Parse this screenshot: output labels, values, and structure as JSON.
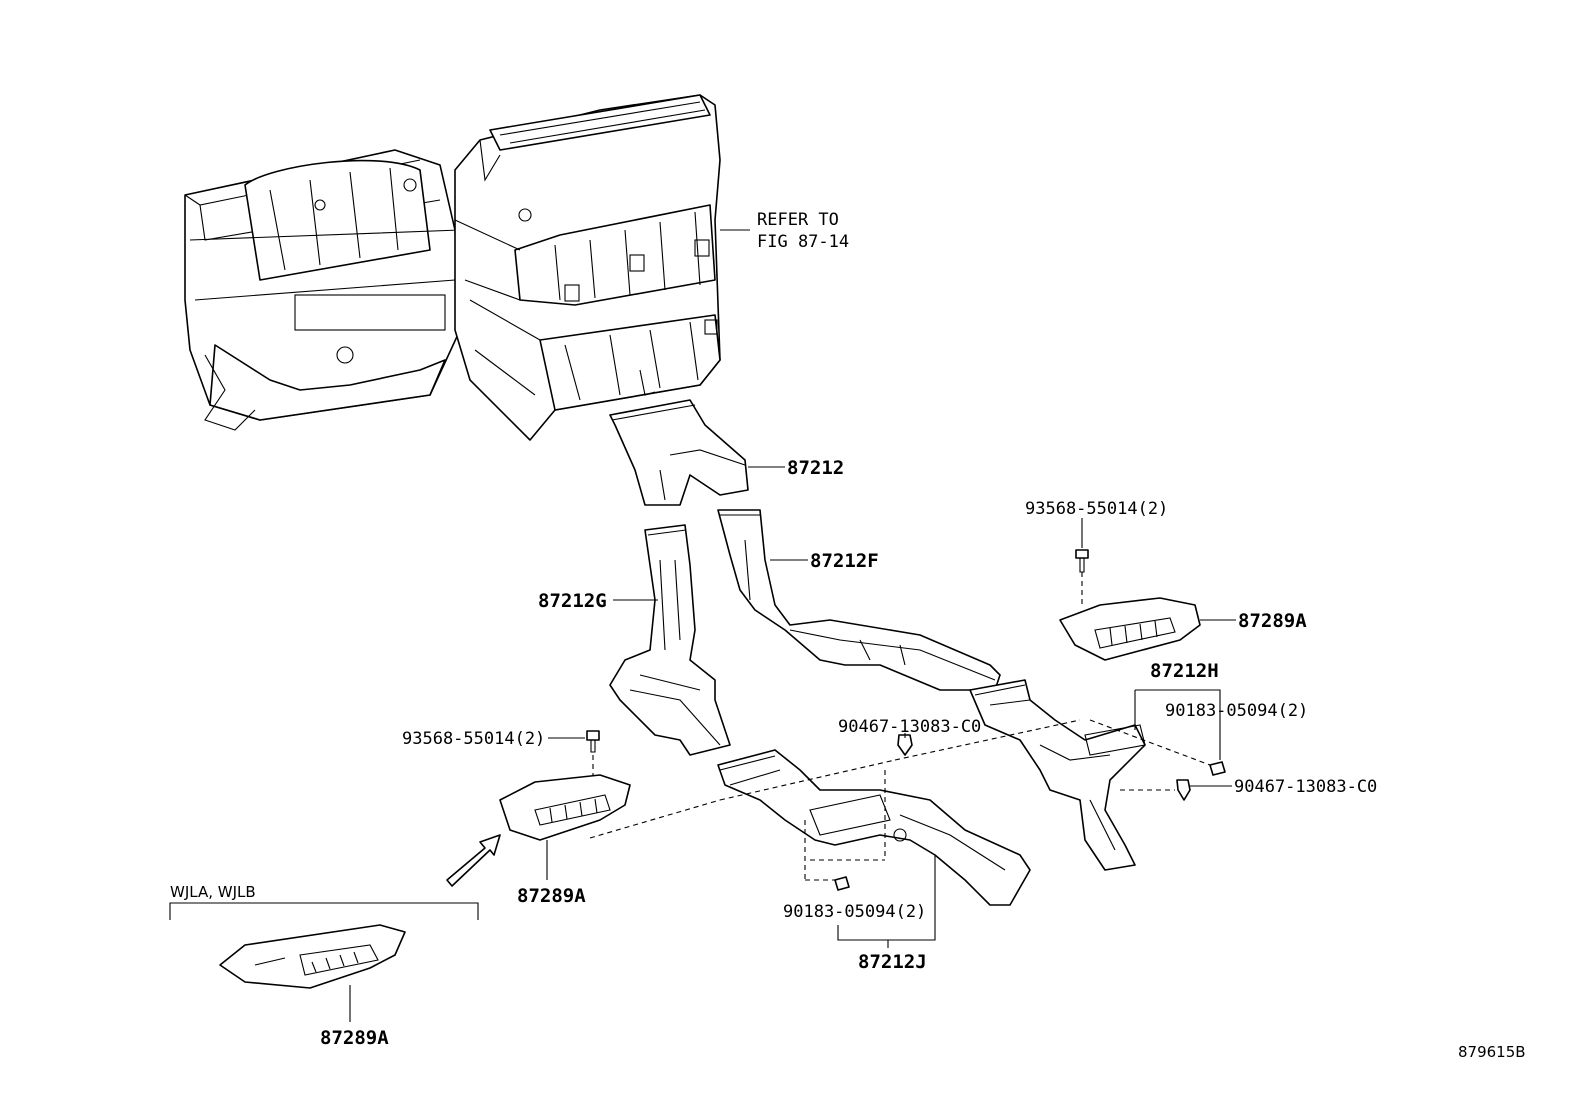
{
  "diagram": {
    "refer_note_line1": "REFER TO",
    "refer_note_line2": "FIG 87-14",
    "figure_code": "879615B",
    "variant_label": "WJLA, WJLB",
    "parts": {
      "duct_87212": "87212",
      "duct_87212F": "87212F",
      "duct_87212G": "87212G",
      "duct_87212H": "87212H",
      "duct_87212J": "87212J",
      "register_right": "87289A",
      "register_left": "87289A",
      "register_variant": "87289A",
      "screw_right": "93568-55014(2)",
      "screw_left": "93568-55014(2)",
      "clip_center": "90467-13083-C0",
      "clip_right": "90467-13083-C0",
      "nut_right": "90183-05094(2)",
      "nut_center": "90183-05094(2)"
    }
  }
}
